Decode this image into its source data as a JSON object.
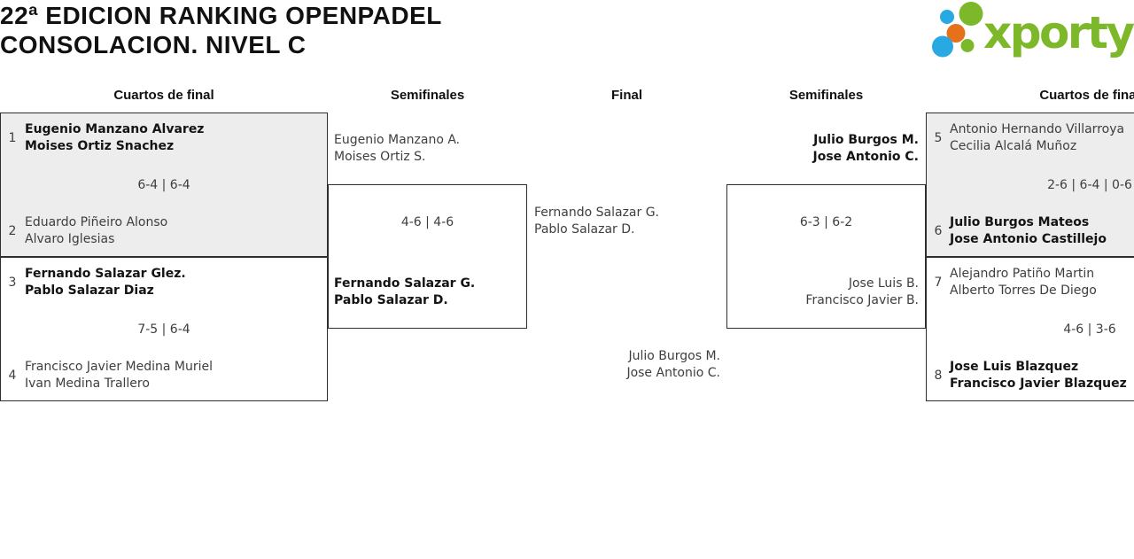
{
  "title": {
    "line1": "22ª EDICION RANKING OPENPADEL",
    "line2": "CONSOLACION. NIVEL C"
  },
  "logo": {
    "text": "xporty",
    "colors": {
      "green": "#7cb829",
      "blue": "#29a9e1",
      "orange": "#e5721b"
    }
  },
  "headers": [
    {
      "label": "Cuartos de final"
    },
    {
      "label": "Semifinales"
    },
    {
      "label": "Final"
    },
    {
      "label": "Semifinales"
    },
    {
      "label": "Cuartos de final"
    }
  ],
  "colors": {
    "box_border": "#2e2e2e",
    "box_fill_gray": "#ededed",
    "box_fill_white": "#ffffff",
    "winner_text": "#141414",
    "loser_text": "#3e3e3e"
  },
  "matches": {
    "qf_left_1": {
      "seed_top": "1",
      "team_top": [
        "Eugenio Manzano Alvarez",
        "Moises Ortiz Snachez"
      ],
      "score": "6-4 | 6-4",
      "seed_bottom": "2",
      "team_bottom": [
        "Eduardo Piñeiro Alonso",
        "Alvaro Iglesias"
      ]
    },
    "qf_left_2": {
      "seed_top": "3",
      "team_top": [
        "Fernando Salazar Glez.",
        "Pablo Salazar Diaz"
      ],
      "score": "7-5 | 6-4",
      "seed_bottom": "4",
      "team_bottom": [
        "Francisco Javier Medina Muriel",
        "Ivan Medina Trallero"
      ]
    },
    "sf_left": {
      "team_top": [
        "Eugenio Manzano A.",
        "Moises Ortiz S."
      ],
      "score": "4-6 | 4-6",
      "team_bottom": [
        "Fernando Salazar G.",
        "Pablo Salazar D."
      ]
    },
    "final": {
      "team_top": [
        "Fernando Salazar G.",
        "Pablo Salazar D."
      ],
      "team_bottom": [
        "Julio Burgos M.",
        "Jose Antonio C."
      ]
    },
    "sf_right": {
      "team_top": [
        "Julio Burgos M.",
        "Jose Antonio C."
      ],
      "score": "6-3 | 6-2",
      "team_bottom": [
        "Jose Luis B.",
        "Francisco Javier B."
      ]
    },
    "qf_right_1": {
      "seed_top": "5",
      "team_top": [
        "Antonio Hernando Villarroya",
        "Cecilia Alcalá Muñoz"
      ],
      "score": "2-6 | 6-4 | 0-6",
      "seed_bottom": "6",
      "team_bottom": [
        "Julio Burgos Mateos",
        "Jose Antonio Castillejo"
      ]
    },
    "qf_right_2": {
      "seed_top": "7",
      "team_top": [
        "Alejandro Patiño Martin",
        "Alberto Torres De Diego"
      ],
      "score": "4-6 | 3-6",
      "seed_bottom": "8",
      "team_bottom": [
        "Jose Luis Blazquez",
        "Francisco Javier Blazquez"
      ]
    }
  }
}
